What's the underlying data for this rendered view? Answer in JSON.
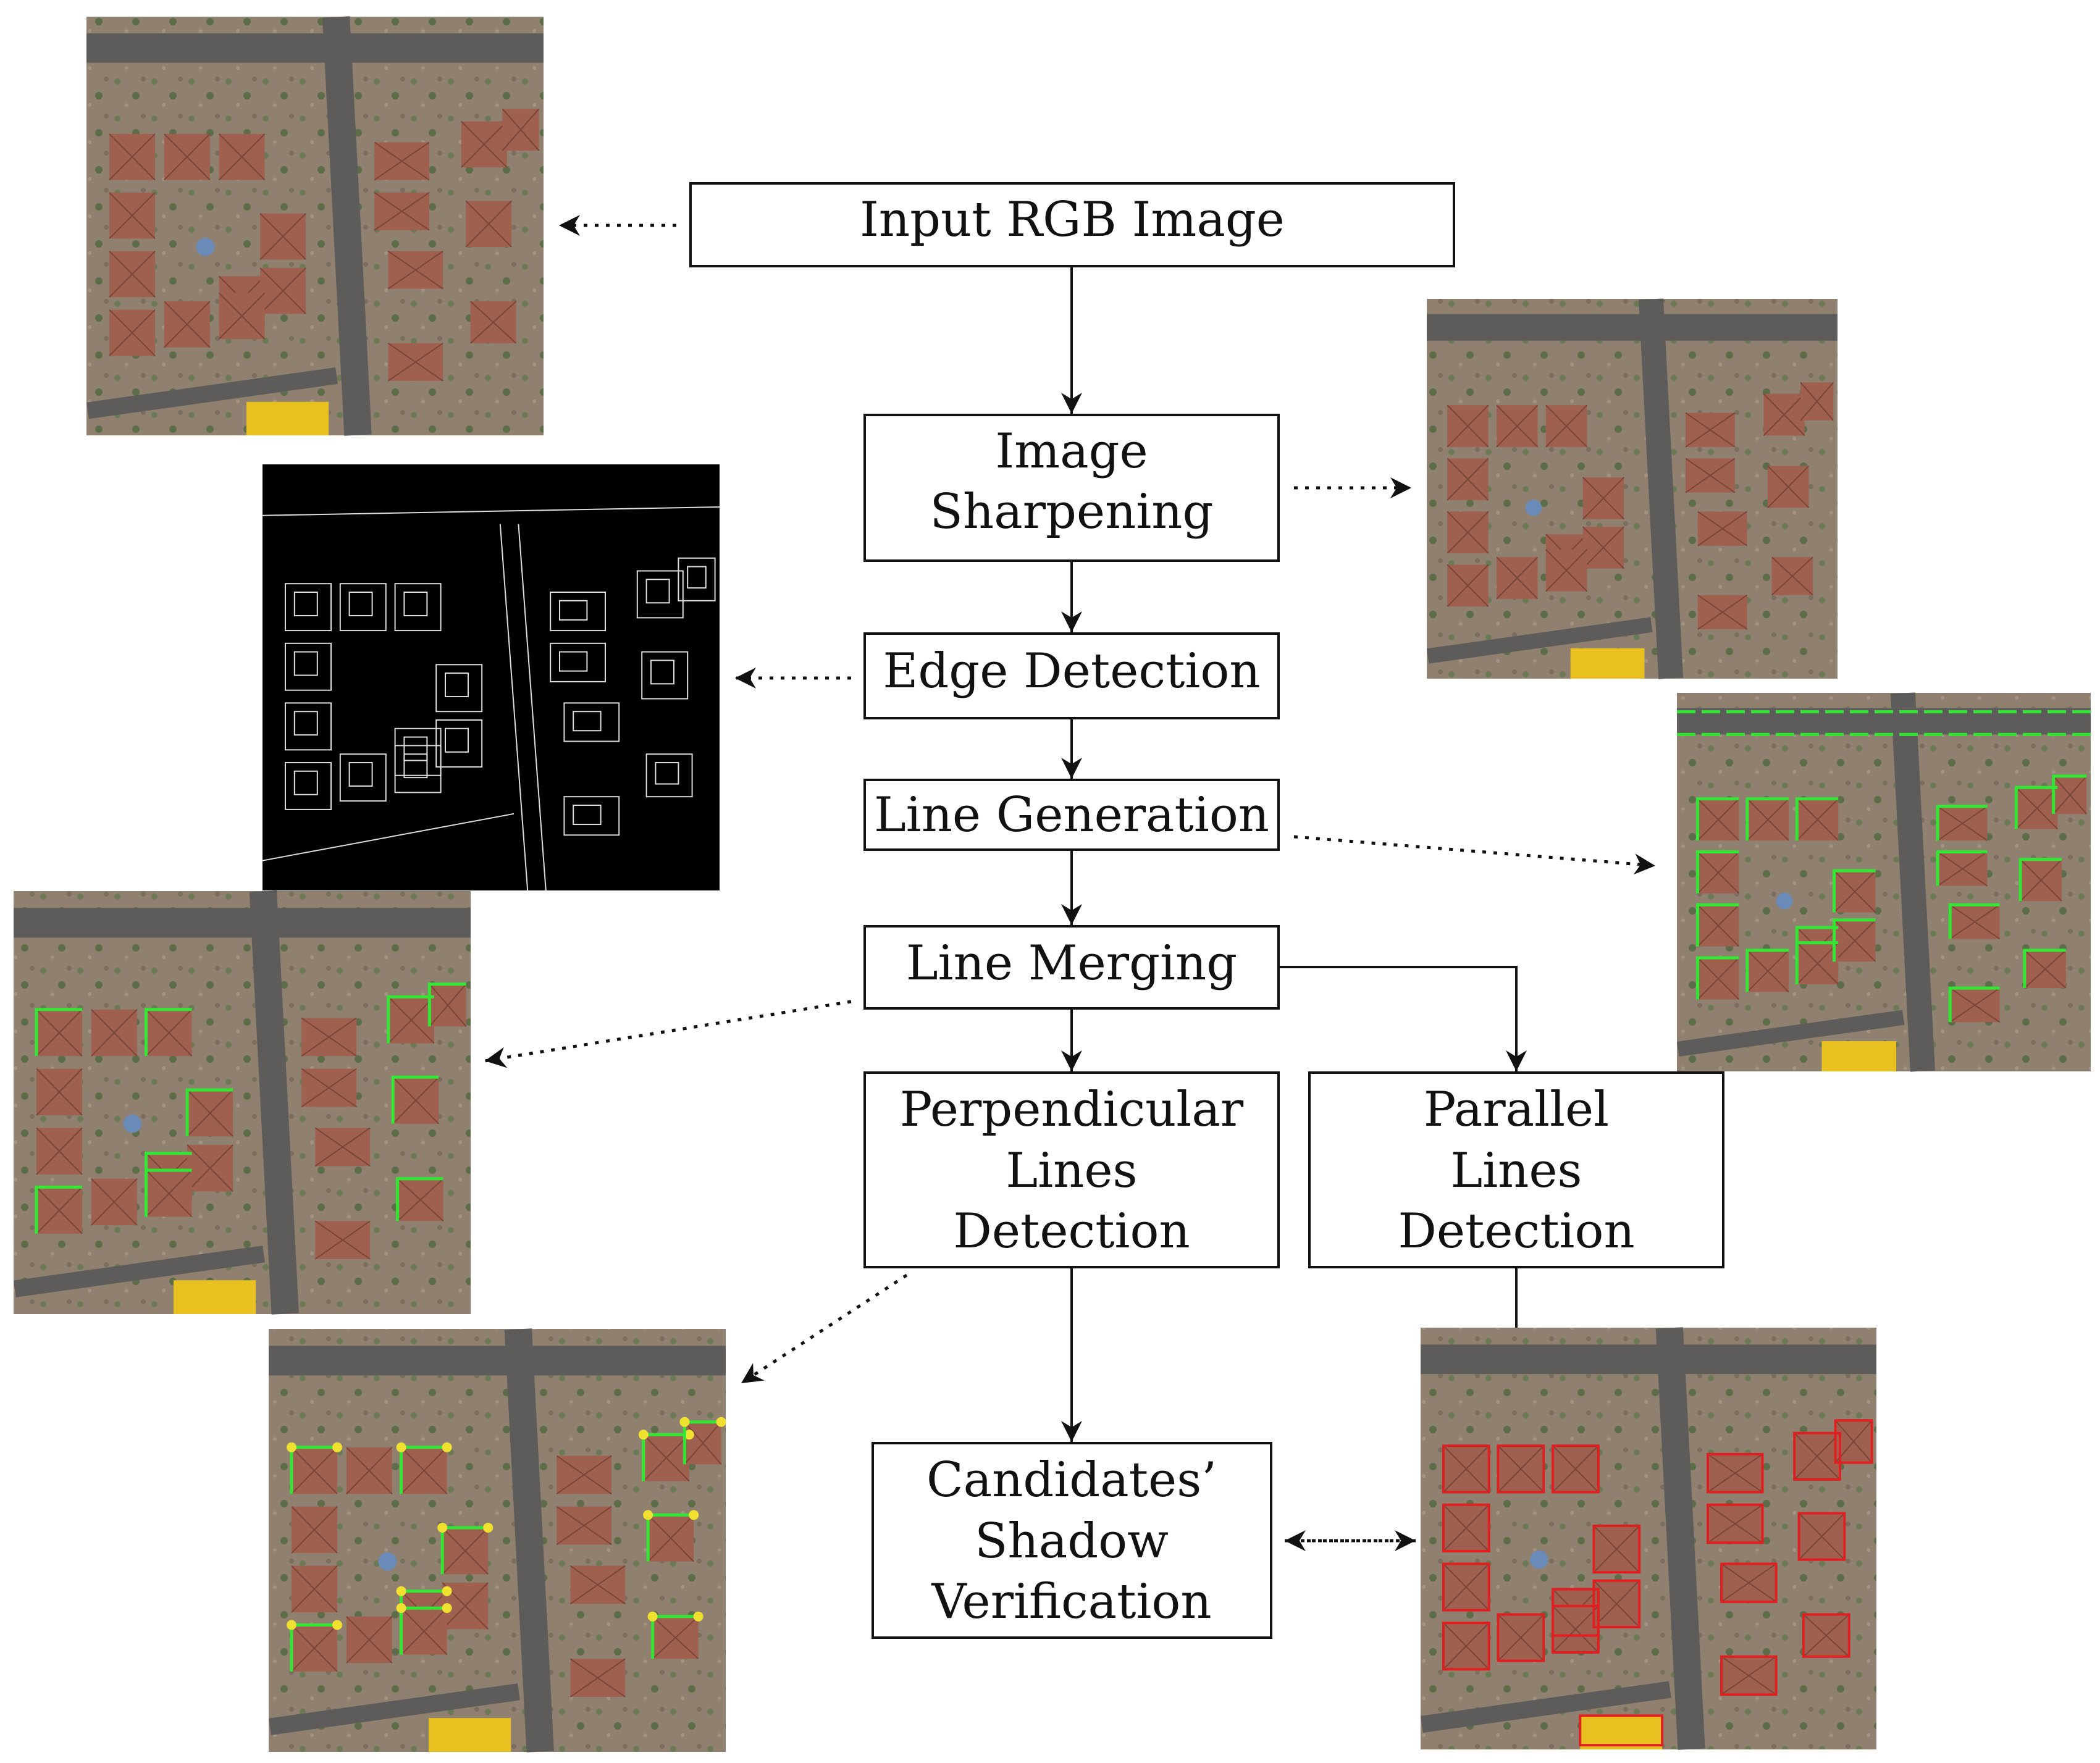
{
  "steps": {
    "input": "Input RGB Image",
    "sharpen": [
      "Image",
      "Sharpening"
    ],
    "edge": "Edge Detection",
    "linegen": "Line Generation",
    "linemerge": "Line Merging",
    "perp": [
      "Perpendicular",
      "Lines",
      "Detection"
    ],
    "parallel": [
      "Parallel",
      "Lines",
      "Detection"
    ],
    "shadow": [
      "Candidates’",
      "Shadow",
      "Verification"
    ]
  },
  "images": [
    {
      "name": "input-aerial-image",
      "overlay": "none"
    },
    {
      "name": "sharpened-aerial-image",
      "overlay": "none"
    },
    {
      "name": "edge-map-image",
      "overlay": "edges"
    },
    {
      "name": "generated-lines-image",
      "overlay": "green-lines-dense"
    },
    {
      "name": "merged-lines-image",
      "overlay": "green-lines"
    },
    {
      "name": "perpendicular-lines-image",
      "overlay": "green-lines-yellow-dots"
    },
    {
      "name": "candidate-buildings-image",
      "overlay": "red-rectangles"
    }
  ],
  "colors": {
    "asphalt": "#5e5c5a",
    "ground": "#8a7a6a",
    "roof": "#a06050",
    "line_overlay": "#33e633",
    "corner_dot": "#f0e030",
    "candidate_box": "#e02020",
    "edge_line": "#dddddd"
  }
}
